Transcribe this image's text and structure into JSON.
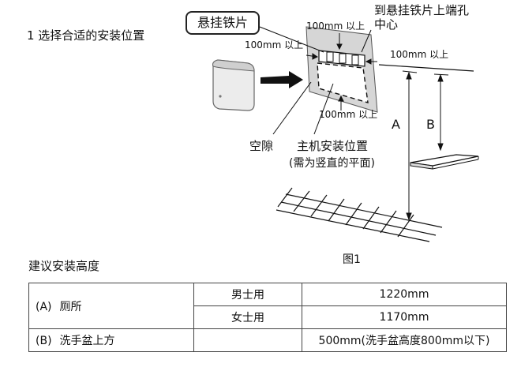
{
  "step_title": "1 选择合适的安装位置",
  "callout": "悬挂铁片",
  "label_top_hole": "到悬挂铁片上端孔",
  "label_center": "中心",
  "clearance_top": "100mm 以上",
  "clearance_left": "100mm 以上",
  "clearance_right": "100mm 以上",
  "clearance_bottom": "100mm 以上",
  "dim_a": "A",
  "dim_b": "B",
  "label_gap": "空隙",
  "label_main_position": "主机安装位置",
  "label_vertical_note": "(需为竖直的平面)",
  "figure_caption": "图1",
  "section_heading": "建议安装高度",
  "table": {
    "row_a": {
      "code": "(A)",
      "place": "厕所",
      "male": "男士用",
      "male_height": "1220mm",
      "female": "女士用",
      "female_height": "1170mm"
    },
    "row_b": {
      "code": "(B)",
      "place": "洗手盆上方",
      "height": "500mm(洗手盆高度800mm以下)"
    }
  },
  "colors": {
    "panel_fill": "#d6d6d6",
    "line": "#111111",
    "dryer_fill": "#ececec"
  }
}
